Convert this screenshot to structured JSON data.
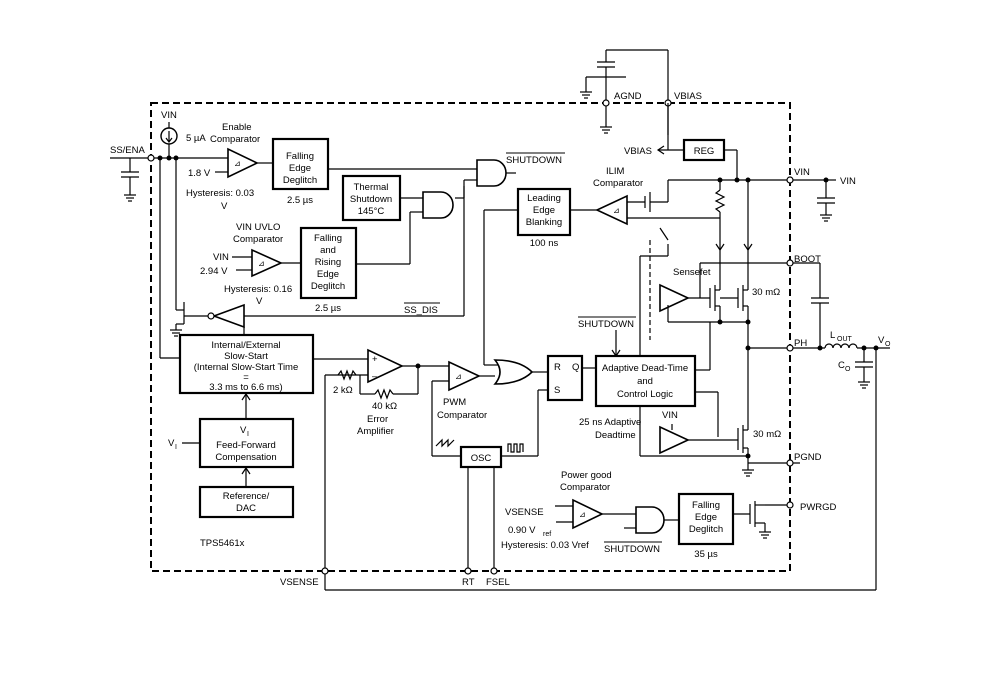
{
  "pins": {
    "ss_ena": "SS/ENA",
    "vin": "VIN",
    "boot": "BOOT",
    "ph": "PH",
    "pgnd": "PGND",
    "pwrgd": "PWRGD",
    "vsense": "VSENSE",
    "rt": "RT",
    "fsel": "FSEL",
    "agnd": "AGND",
    "vbias": "VBIAS"
  },
  "labels": {
    "vin_top": "VIN",
    "current_5ua": "5 µA",
    "enable_comp": [
      "Enable",
      "Comparator"
    ],
    "v_1_8": "1.8 V",
    "hyst_en": [
      "Hysteresis: 0.03",
      "V"
    ],
    "vin_uvlo": [
      "VIN UVLO",
      "Comparator"
    ],
    "vin_in": "VIN",
    "v_2_94": "2.94 V",
    "hyst_uvlo": [
      "Hysteresis: 0.16",
      "V"
    ],
    "shutdown_top": "SHUTDOWN",
    "ss_dis": "SS_DIS",
    "ilim_comp": [
      "ILIM",
      "Comparator"
    ],
    "vbias_out": "VBIAS",
    "vin_ext": "VIN",
    "sensefet": "Sensefet",
    "r30_hi": "30 mΩ",
    "r30_lo": "30 mΩ",
    "shutdown_mid": "SHUTDOWN",
    "r2k": "2 kΩ",
    "r40k": "40 kΩ",
    "error_amp": [
      "Error",
      "Amplifier"
    ],
    "pwm_comp": [
      "PWM",
      "Comparator"
    ],
    "r_label": "R",
    "q_label": "Q",
    "s_label": "S",
    "adaptive_dt": [
      "25 ns Adaptive",
      "Deadtime"
    ],
    "vin_low": "VIN",
    "vi_ext": "V",
    "vi_sub": "I",
    "pg_comp": [
      "Power good",
      "Comparator"
    ],
    "vsense_in": "VSENSE",
    "v090": "0.90 V",
    "vref_sub": "ref",
    "hyst_pg": "Hysteresis: 0.03 Vref",
    "shutdown_pg": "SHUTDOWN",
    "part": "TPS5461x",
    "lout": "L",
    "lout_sub": "OUT",
    "co": "C",
    "co_sub": "O",
    "vo": "V",
    "vo_sub": "O",
    "t_2_5_a": "2.5 µs",
    "t_2_5_b": "2.5 µs",
    "t_100": "100 ns",
    "t_35": "35 µs",
    "plus": "+",
    "minus": "–"
  },
  "blocks": {
    "falling_edge_deglitch": [
      "Falling",
      "Edge",
      "Deglitch"
    ],
    "thermal_shutdown": [
      "Thermal",
      "Shutdown",
      "145°C"
    ],
    "falling_rising_deglitch": [
      "Falling",
      "and",
      "Rising",
      "Edge",
      "Deglitch"
    ],
    "leading_edge_blanking": [
      "Leading",
      "Edge",
      "Blanking"
    ],
    "reg": "REG",
    "slow_start": [
      "Internal/External",
      "Slow-Start",
      "(Internal Slow-Start Time",
      "=",
      "3.3 ms to 6.6 ms)"
    ],
    "feed_forward": [
      "V",
      "I",
      "Feed-Forward",
      "Compensation"
    ],
    "reference_dac": [
      "Reference/",
      "DAC"
    ],
    "adaptive_control": [
      "Adaptive Dead-Time",
      "and",
      "Control Logic"
    ],
    "osc": "OSC",
    "pg_deglitch": [
      "Falling",
      "Edge",
      "Deglitch"
    ]
  }
}
